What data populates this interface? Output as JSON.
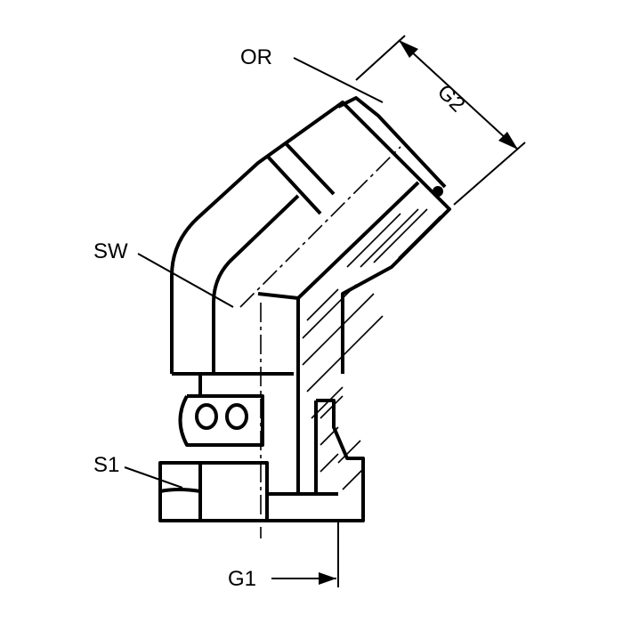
{
  "labels": {
    "or": "OR",
    "g2": "G2",
    "sw": "SW",
    "s1": "S1",
    "g1": "G1"
  },
  "colors": {
    "line": "#000000",
    "background": "#ffffff"
  }
}
